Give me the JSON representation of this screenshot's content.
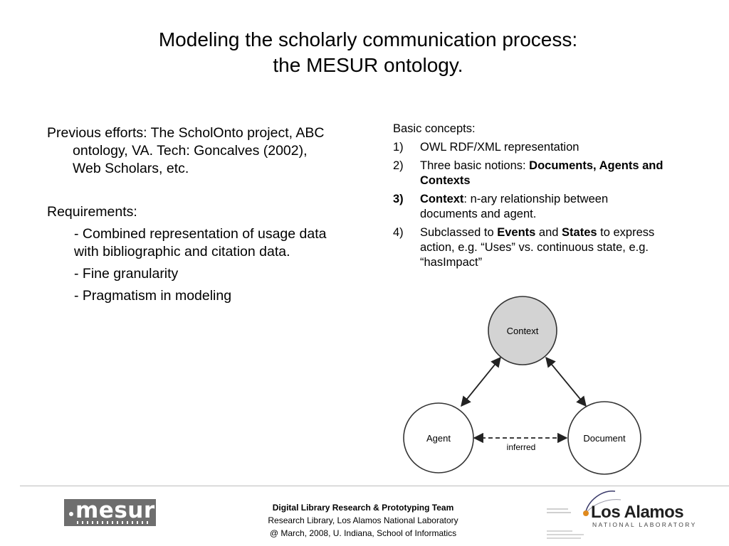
{
  "title": {
    "line1": "Modeling the scholarly communication process:",
    "line2": "the MESUR ontology."
  },
  "left": {
    "previous_efforts": "Previous efforts: The ScholOnto project, ABC ontology, VA. Tech: Goncalves (2002), Web Scholars, etc.",
    "requirements_label": "Requirements:",
    "requirements": [
      "- Combined representation of usage data with bibliographic and citation data.",
      "- Fine granularity",
      "- Pragmatism in modeling"
    ]
  },
  "right": {
    "label": "Basic concepts:",
    "items": [
      {
        "num": "1)",
        "parts": [
          {
            "t": "OWL RDF/XML representation"
          }
        ]
      },
      {
        "num": "2)",
        "parts": [
          {
            "t": "Three basic notions: "
          },
          {
            "t": "Documents, Agents and Contexts",
            "b": true
          }
        ]
      },
      {
        "num": "3)",
        "num_bold": true,
        "parts": [
          {
            "t": "Context",
            "b": true
          },
          {
            "t": ": n-ary relationship between documents and agent."
          }
        ]
      },
      {
        "num": "4)",
        "parts": [
          {
            "t": "Subclassed to "
          },
          {
            "t": "Events",
            "b": true
          },
          {
            "t": " and "
          },
          {
            "t": "States",
            "b": true
          },
          {
            "t": " to express action, e.g. “Uses” vs. continuous state, e.g. “hasImpact”"
          }
        ]
      }
    ]
  },
  "diagram": {
    "context": "Context",
    "agent": "Agent",
    "document": "Document",
    "edge_label": "inferred",
    "context_fill": "#d3d3d3"
  },
  "footer": {
    "logo_left": "mesur",
    "line1": "Digital Library Research & Prototyping Team",
    "line2": "Research Library, Los Alamos National Laboratory",
    "line3": "@ March, 2008, U. Indiana, School of Informatics",
    "logo_right_name": "Los Alamos",
    "logo_right_sub": "NATIONAL LABORATORY"
  }
}
